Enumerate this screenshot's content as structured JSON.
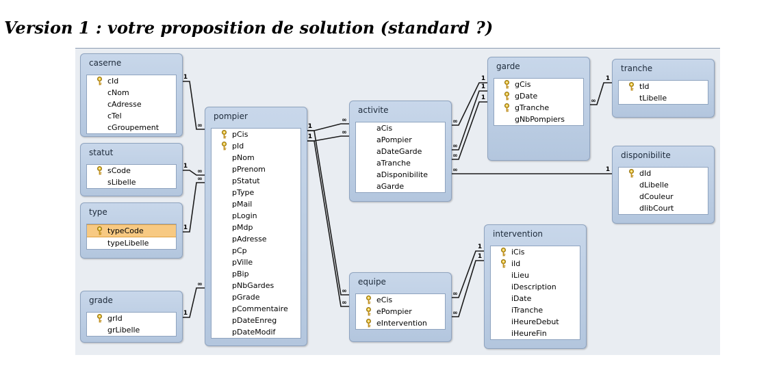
{
  "heading": "Version 1 : votre proposition de solution (standard ?)",
  "icons": {
    "primary_key": "key-icon"
  },
  "colors": {
    "canvas": "#e9edf2",
    "table_header": "#c8d7ea",
    "selected_field": "#f7c982"
  },
  "tables": {
    "caserne": {
      "title": "caserne",
      "fields": [
        {
          "name": "cId",
          "key": true
        },
        {
          "name": "cNom",
          "key": false
        },
        {
          "name": "cAdresse",
          "key": false
        },
        {
          "name": "cTel",
          "key": false
        },
        {
          "name": "cGroupement",
          "key": false
        }
      ]
    },
    "statut": {
      "title": "statut",
      "fields": [
        {
          "name": "sCode",
          "key": true
        },
        {
          "name": "sLibelle",
          "key": false
        }
      ]
    },
    "type": {
      "title": "type",
      "fields": [
        {
          "name": "typeCode",
          "key": true,
          "selected": true
        },
        {
          "name": "typeLibelle",
          "key": false
        }
      ]
    },
    "grade": {
      "title": "grade",
      "fields": [
        {
          "name": "grId",
          "key": true
        },
        {
          "name": "grLibelle",
          "key": false
        }
      ]
    },
    "pompier": {
      "title": "pompier",
      "fields": [
        {
          "name": "pCis",
          "key": true
        },
        {
          "name": "pId",
          "key": true
        },
        {
          "name": "pNom",
          "key": false
        },
        {
          "name": "pPrenom",
          "key": false
        },
        {
          "name": "pStatut",
          "key": false
        },
        {
          "name": "pType",
          "key": false
        },
        {
          "name": "pMail",
          "key": false
        },
        {
          "name": "pLogin",
          "key": false
        },
        {
          "name": "pMdp",
          "key": false
        },
        {
          "name": "pAdresse",
          "key": false
        },
        {
          "name": "pCp",
          "key": false
        },
        {
          "name": "pVille",
          "key": false
        },
        {
          "name": "pBip",
          "key": false
        },
        {
          "name": "pNbGardes",
          "key": false
        },
        {
          "name": "pGrade",
          "key": false
        },
        {
          "name": "pCommentaire",
          "key": false
        },
        {
          "name": "pDateEnreg",
          "key": false
        },
        {
          "name": "pDateModif",
          "key": false
        }
      ]
    },
    "activite": {
      "title": "activite",
      "fields": [
        {
          "name": "aCis",
          "key": false
        },
        {
          "name": "aPompier",
          "key": false
        },
        {
          "name": "aDateGarde",
          "key": false
        },
        {
          "name": "aTranche",
          "key": false
        },
        {
          "name": "aDisponibilite",
          "key": false
        },
        {
          "name": "aGarde",
          "key": false
        }
      ]
    },
    "garde": {
      "title": "garde",
      "fields": [
        {
          "name": "gCis",
          "key": true
        },
        {
          "name": "gDate",
          "key": true
        },
        {
          "name": "gTranche",
          "key": true
        },
        {
          "name": "gNbPompiers",
          "key": false
        }
      ]
    },
    "tranche": {
      "title": "tranche",
      "fields": [
        {
          "name": "tId",
          "key": true
        },
        {
          "name": "tLibelle",
          "key": false
        }
      ]
    },
    "disponibilite": {
      "title": "disponibilite",
      "fields": [
        {
          "name": "dId",
          "key": true
        },
        {
          "name": "dLibelle",
          "key": false
        },
        {
          "name": "dCouleur",
          "key": false
        },
        {
          "name": "dlibCourt",
          "key": false
        }
      ]
    },
    "equipe": {
      "title": "equipe",
      "fields": [
        {
          "name": "eCis",
          "key": true
        },
        {
          "name": "ePompier",
          "key": true
        },
        {
          "name": "eIntervention",
          "key": true
        }
      ]
    },
    "intervention": {
      "title": "intervention",
      "fields": [
        {
          "name": "iCis",
          "key": true
        },
        {
          "name": "iId",
          "key": true
        },
        {
          "name": "iLieu",
          "key": false
        },
        {
          "name": "iDescription",
          "key": false
        },
        {
          "name": "iDate",
          "key": false
        },
        {
          "name": "iTranche",
          "key": false
        },
        {
          "name": "iHeureDebut",
          "key": false
        },
        {
          "name": "iHeureFin",
          "key": false
        }
      ]
    }
  },
  "relationships": [
    {
      "from": "caserne",
      "to": "pompier",
      "one": "1",
      "many": "∞"
    },
    {
      "from": "statut",
      "to": "pompier",
      "one": "1",
      "many": "∞"
    },
    {
      "from": "type",
      "to": "pompier",
      "one": "1",
      "many": "∞"
    },
    {
      "from": "grade",
      "to": "pompier",
      "one": "1",
      "many": "∞"
    },
    {
      "from": "pompier",
      "to": "activite",
      "one": "1",
      "many": "∞"
    },
    {
      "from": "pompier",
      "to": "activite",
      "one": "1",
      "many": "∞"
    },
    {
      "from": "pompier",
      "to": "equipe",
      "one": "1",
      "many": "∞"
    },
    {
      "from": "pompier",
      "to": "equipe",
      "one": "1",
      "many": "∞"
    },
    {
      "from": "garde",
      "to": "activite",
      "one": "1",
      "many": "∞"
    },
    {
      "from": "garde",
      "to": "activite",
      "one": "1",
      "many": "∞"
    },
    {
      "from": "garde",
      "to": "activite",
      "one": "1",
      "many": "∞"
    },
    {
      "from": "tranche",
      "to": "garde",
      "one": "1",
      "many": "∞"
    },
    {
      "from": "disponibilite",
      "to": "activite",
      "one": "1",
      "many": "∞"
    },
    {
      "from": "intervention",
      "to": "equipe",
      "one": "1",
      "many": "∞"
    },
    {
      "from": "intervention",
      "to": "equipe",
      "one": "1",
      "many": "∞"
    }
  ]
}
